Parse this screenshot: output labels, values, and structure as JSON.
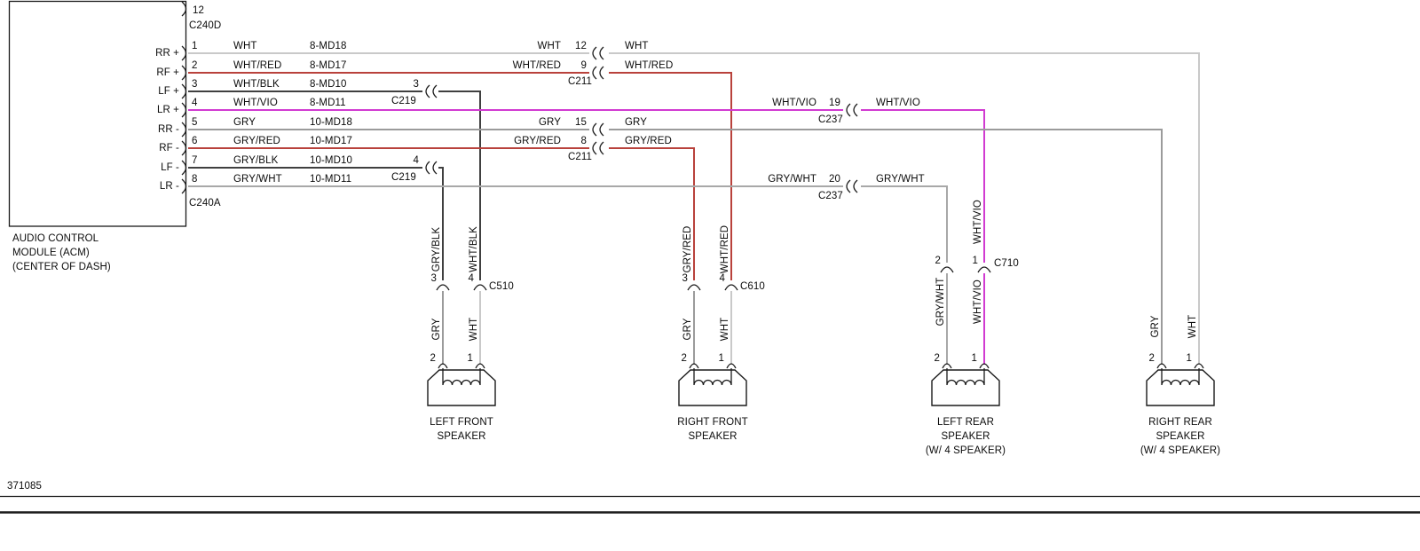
{
  "footer": {
    "code": "371085"
  },
  "colors": {
    "wht": "#c9c9c9",
    "red": "#b9423c",
    "blk": "#404040",
    "vio": "#d13bd1",
    "gry": "#9b9b9b",
    "grywht": "#a8a8a8"
  },
  "acm": {
    "title": [
      "AUDIO CONTROL",
      "MODULE (ACM)",
      "(CENTER OF DASH)"
    ],
    "top_pin_number": "12",
    "top_connector": "C240D",
    "bottom_connector": "C240A",
    "rows": [
      {
        "signal": "RR +",
        "pin": "1",
        "wire": "WHT",
        "circuit": "8-MD18"
      },
      {
        "signal": "RF +",
        "pin": "2",
        "wire": "WHT/RED",
        "circuit": "8-MD17"
      },
      {
        "signal": "LF +",
        "pin": "3",
        "wire": "WHT/BLK",
        "circuit": "8-MD10"
      },
      {
        "signal": "LR +",
        "pin": "4",
        "wire": "WHT/VIO",
        "circuit": "8-MD11"
      },
      {
        "signal": "RR -",
        "pin": "5",
        "wire": "GRY",
        "circuit": "10-MD18"
      },
      {
        "signal": "RF -",
        "pin": "6",
        "wire": "GRY/RED",
        "circuit": "10-MD17"
      },
      {
        "signal": "LF -",
        "pin": "7",
        "wire": "GRY/BLK",
        "circuit": "10-MD10"
      },
      {
        "signal": "LR -",
        "pin": "8",
        "wire": "GRY/WHT",
        "circuit": "10-MD11"
      }
    ]
  },
  "c219": {
    "name": "C219",
    "pin_upper": "3",
    "pin_lower": "4"
  },
  "c211": {
    "name": "C211",
    "rows": [
      {
        "pin": "12",
        "left": "WHT",
        "right": "WHT"
      },
      {
        "pin": "9",
        "left": "WHT/RED",
        "right": "WHT/RED"
      },
      {
        "pin": "15",
        "left": "GRY",
        "right": "GRY"
      },
      {
        "pin": "8",
        "left": "GRY/RED",
        "right": "GRY/RED"
      }
    ]
  },
  "c237": {
    "name": "C237",
    "rows": [
      {
        "pin": "19",
        "left": "WHT/VIO",
        "right": "WHT/VIO"
      },
      {
        "pin": "20",
        "left": "GRY/WHT",
        "right": "GRY/WHT"
      }
    ]
  },
  "lf": {
    "above_left": "GRY/BLK",
    "above_right": "WHT/BLK",
    "conn_pin_left": "3",
    "conn_pin_right": "4",
    "connector": "C510",
    "below_left": "GRY",
    "below_right": "WHT",
    "spk_pin_left": "2",
    "spk_pin_right": "1",
    "labels": [
      "LEFT FRONT",
      "SPEAKER"
    ]
  },
  "rf": {
    "above_left": "GRY/RED",
    "above_right": "WHT/RED",
    "conn_pin_left": "3",
    "conn_pin_right": "4",
    "connector": "C610",
    "below_left": "GRY",
    "below_right": "WHT",
    "spk_pin_left": "2",
    "spk_pin_right": "1",
    "labels": [
      "RIGHT FRONT",
      "SPEAKER"
    ]
  },
  "lr": {
    "above_right": "WHT/VIO",
    "conn_pin_left": "2",
    "conn_pin_right": "1",
    "connector": "C710",
    "below_left": "GRY/WHT",
    "below_right": "WHT/VIO",
    "spk_pin_left": "2",
    "spk_pin_right": "1",
    "labels": [
      "LEFT REAR",
      "SPEAKER",
      "(W/ 4 SPEAKER)"
    ]
  },
  "rr": {
    "wire_left": "GRY",
    "wire_right": "WHT",
    "spk_pin_left": "2",
    "spk_pin_right": "1",
    "labels": [
      "RIGHT REAR",
      "SPEAKER",
      "(W/ 4 SPEAKER)"
    ]
  }
}
